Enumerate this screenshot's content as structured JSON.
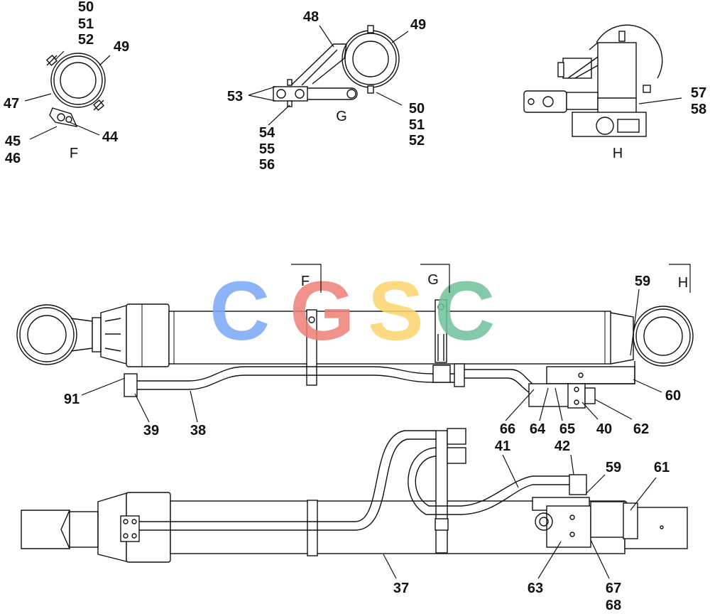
{
  "watermark": {
    "letters": [
      {
        "ch": "C",
        "color": "#7aa8f5"
      },
      {
        "ch": "G",
        "color": "#ef7f76"
      },
      {
        "ch": "S",
        "color": "#fbd46d"
      },
      {
        "ch": "C",
        "color": "#6ec39a"
      }
    ]
  },
  "views": {
    "F": "F",
    "G": "G",
    "H": "H"
  },
  "section_marks": {
    "F": "F",
    "G": "G",
    "H": "H"
  },
  "callouts": {
    "c37": "37",
    "c38": "38",
    "c39": "39",
    "c40": "40",
    "c41": "41",
    "c42": "42",
    "c44": "44",
    "c45": "45",
    "c46": "46",
    "c47": "47",
    "c48": "48",
    "c49a": "49",
    "c49b": "49",
    "c50a": "50",
    "c51a": "51",
    "c52a": "52",
    "c50b": "50",
    "c51b": "51",
    "c52b": "52",
    "c53": "53",
    "c54": "54",
    "c55": "55",
    "c56": "56",
    "c57": "57",
    "c58": "58",
    "c59a": "59",
    "c59b": "59",
    "c60": "60",
    "c61": "61",
    "c62": "62",
    "c63": "63",
    "c64": "64",
    "c65": "65",
    "c66": "66",
    "c67": "67",
    "c68": "68",
    "c91": "91"
  }
}
